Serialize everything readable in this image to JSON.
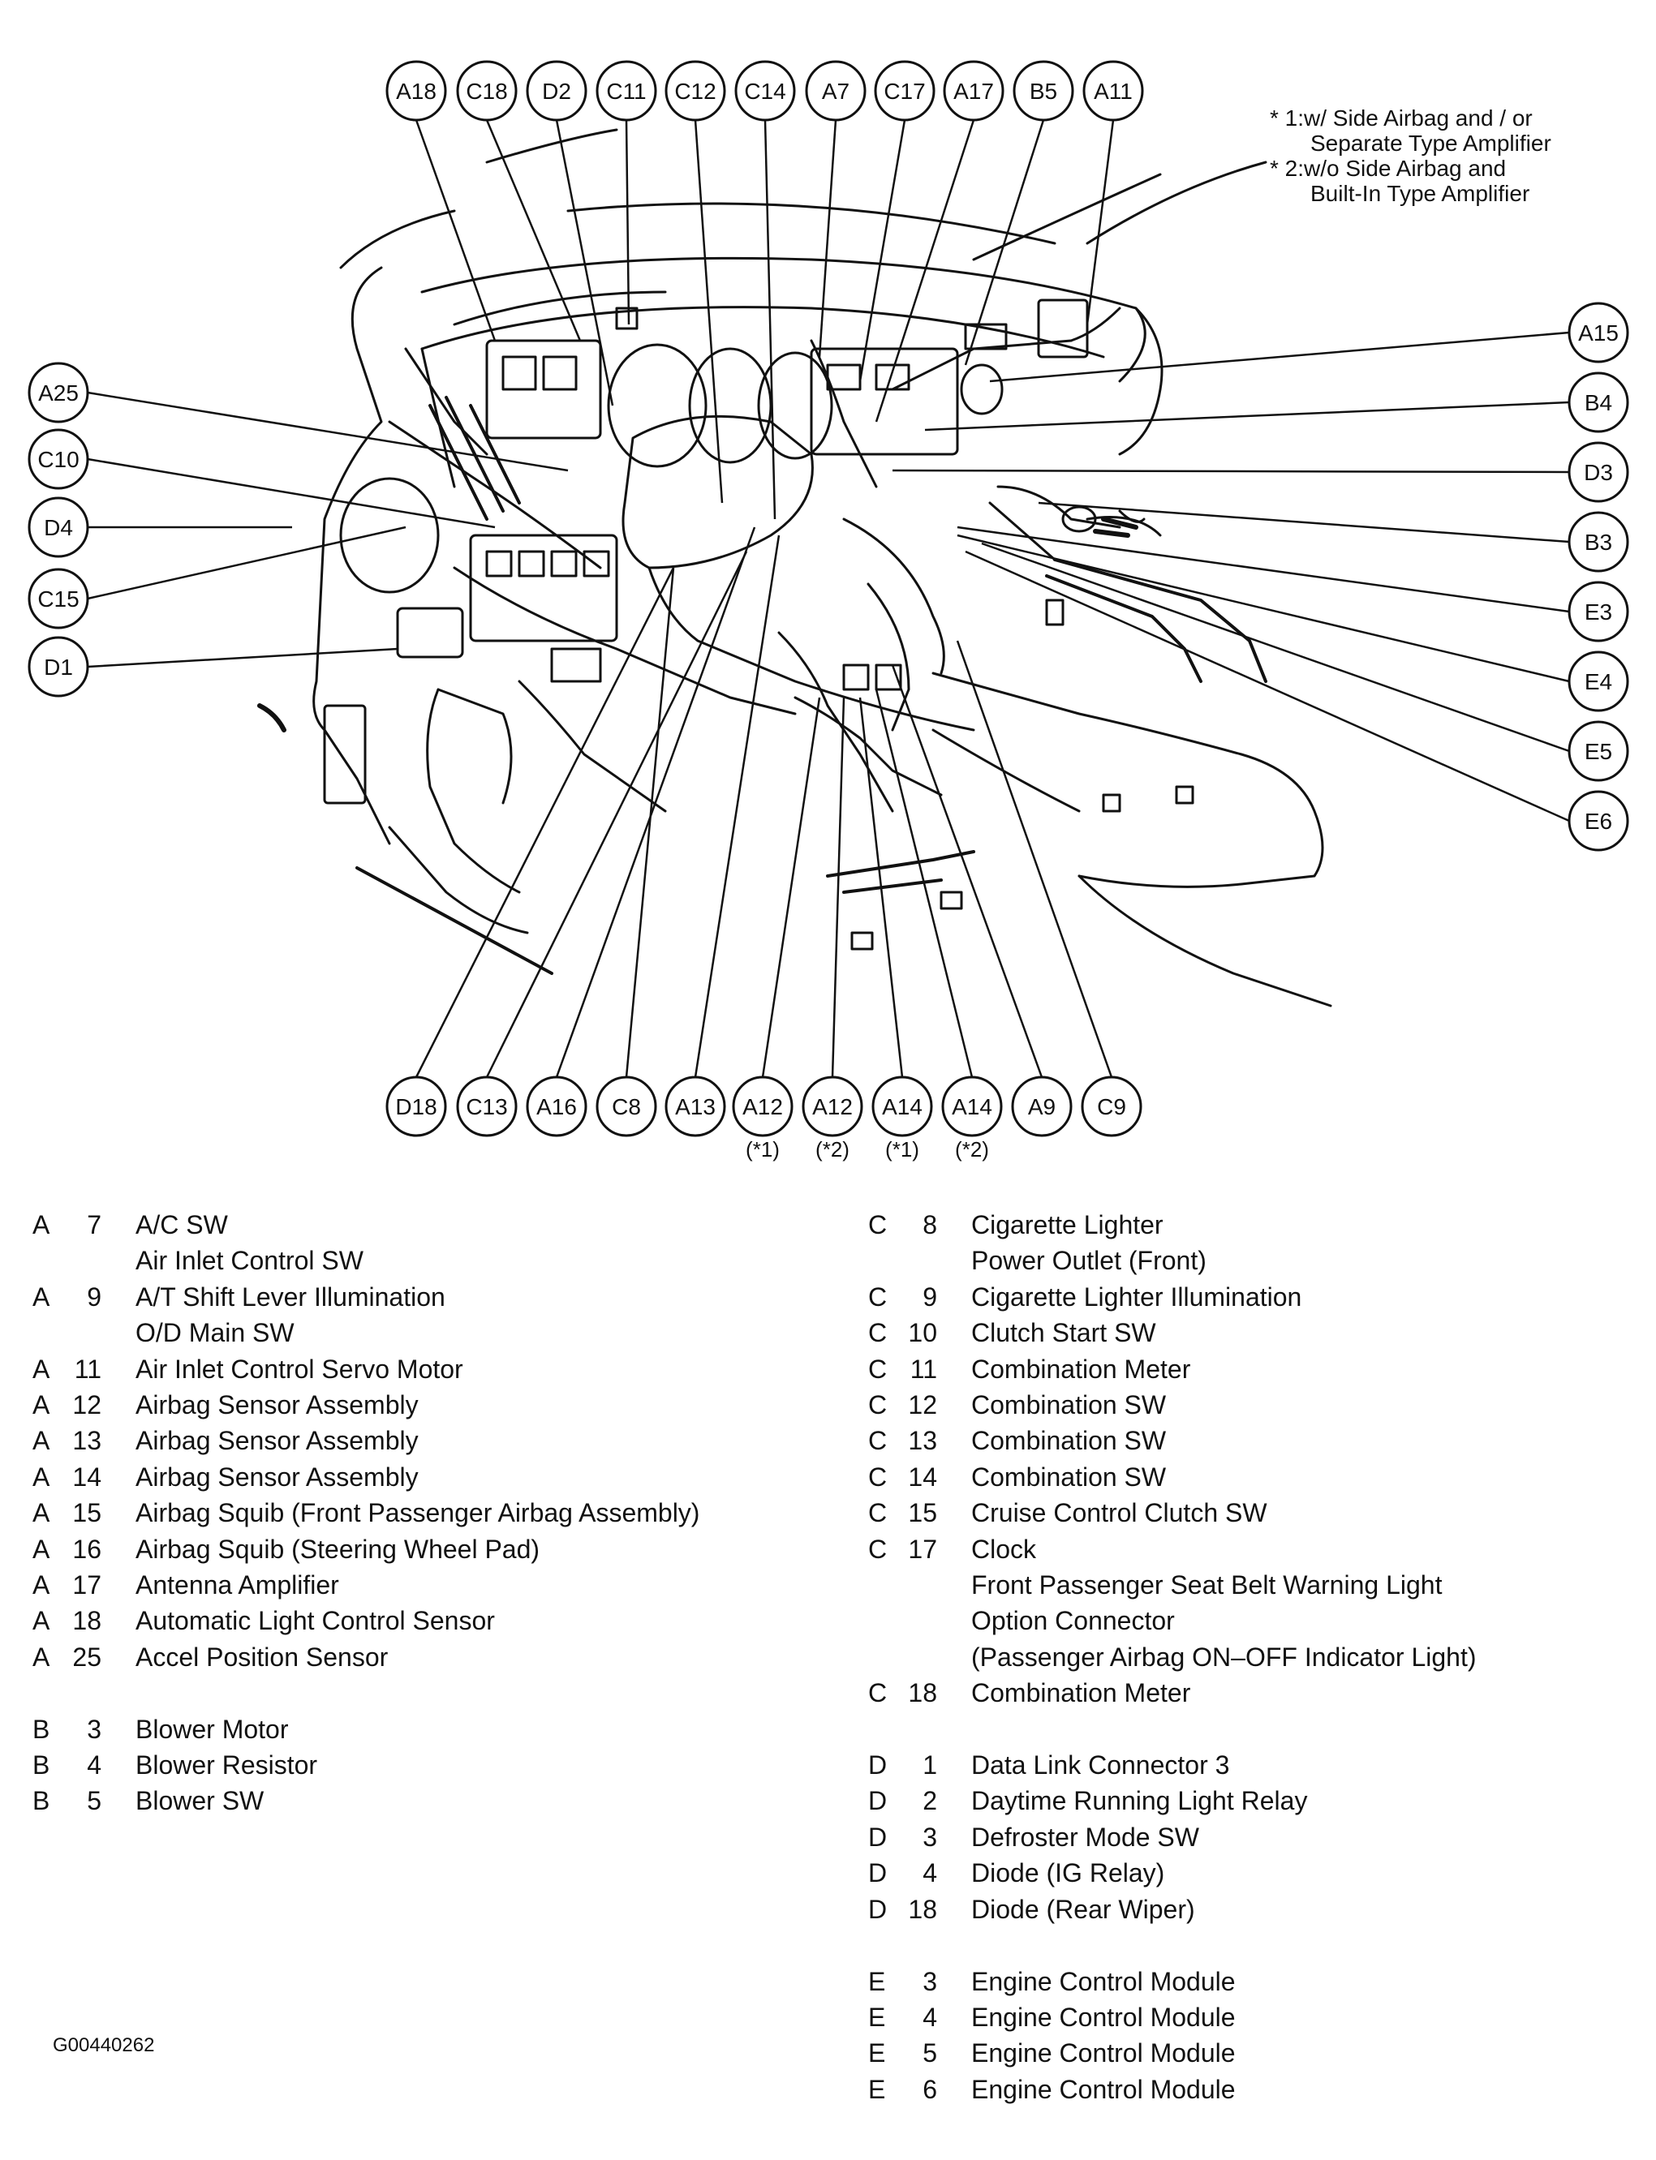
{
  "notes": [
    "* 1:w/ Side Airbag and / or",
    "Separate Type Amplifier",
    "* 2:w/o Side Airbag and",
    "Built-In Type Amplifier"
  ],
  "top_labels": [
    "A18",
    "C18",
    "D2",
    "C11",
    "C12",
    "C14",
    "A7",
    "C17",
    "A17",
    "B5",
    "A11"
  ],
  "left_labels": [
    "A25",
    "C10",
    "D4",
    "C15",
    "D1"
  ],
  "right_labels": [
    "A15",
    "B4",
    "D3",
    "B3",
    "E3",
    "E4",
    "E5",
    "E6"
  ],
  "bottom_labels": [
    "D18",
    "C13",
    "A16",
    "C8",
    "A13",
    "A12",
    "A12",
    "A14",
    "A14",
    "A9",
    "C9"
  ],
  "bottom_notes": [
    "(*1)",
    "(*2)",
    "(*1)",
    "(*2)"
  ],
  "legend_left": [
    {
      "letter": "A",
      "num": "7",
      "name": "A/C SW"
    },
    {
      "letter": "",
      "num": "",
      "name": "Air Inlet Control SW"
    },
    {
      "letter": "A",
      "num": "9",
      "name": "A/T Shift Lever Illumination"
    },
    {
      "letter": "",
      "num": "",
      "name": "O/D Main SW"
    },
    {
      "letter": "A",
      "num": "11",
      "name": "Air Inlet Control Servo Motor"
    },
    {
      "letter": "A",
      "num": "12",
      "name": "Airbag Sensor Assembly"
    },
    {
      "letter": "A",
      "num": "13",
      "name": "Airbag Sensor Assembly"
    },
    {
      "letter": "A",
      "num": "14",
      "name": "Airbag Sensor Assembly"
    },
    {
      "letter": "A",
      "num": "15",
      "name": "Airbag Squib (Front Passenger Airbag Assembly)"
    },
    {
      "letter": "A",
      "num": "16",
      "name": "Airbag Squib (Steering Wheel Pad)"
    },
    {
      "letter": "A",
      "num": "17",
      "name": "Antenna Amplifier"
    },
    {
      "letter": "A",
      "num": "18",
      "name": "Automatic Light Control Sensor"
    },
    {
      "letter": "A",
      "num": "25",
      "name": "Accel Position Sensor"
    },
    {
      "gap": true
    },
    {
      "letter": "B",
      "num": "3",
      "name": "Blower Motor"
    },
    {
      "letter": "B",
      "num": "4",
      "name": "Blower Resistor"
    },
    {
      "letter": "B",
      "num": "5",
      "name": "Blower SW"
    }
  ],
  "legend_right": [
    {
      "letter": "C",
      "num": "8",
      "name": "Cigarette Lighter"
    },
    {
      "letter": "",
      "num": "",
      "name": "Power Outlet (Front)"
    },
    {
      "letter": "C",
      "num": "9",
      "name": "Cigarette Lighter Illumination"
    },
    {
      "letter": "C",
      "num": "10",
      "name": "Clutch Start SW"
    },
    {
      "letter": "C",
      "num": "11",
      "name": "Combination Meter"
    },
    {
      "letter": "C",
      "num": "12",
      "name": "Combination SW"
    },
    {
      "letter": "C",
      "num": "13",
      "name": "Combination SW"
    },
    {
      "letter": "C",
      "num": "14",
      "name": "Combination SW"
    },
    {
      "letter": "C",
      "num": "15",
      "name": "Cruise Control Clutch SW"
    },
    {
      "letter": "C",
      "num": "17",
      "name": "Clock"
    },
    {
      "letter": "",
      "num": "",
      "name": "Front Passenger Seat Belt Warning Light"
    },
    {
      "letter": "",
      "num": "",
      "name": "Option Connector"
    },
    {
      "letter": "",
      "num": "",
      "name": "(Passenger Airbag ON–OFF Indicator Light)"
    },
    {
      "letter": "C",
      "num": "18",
      "name": "Combination Meter"
    },
    {
      "gap": true
    },
    {
      "letter": "D",
      "num": "1",
      "name": "Data Link Connector 3"
    },
    {
      "letter": "D",
      "num": "2",
      "name": "Daytime Running Light Relay"
    },
    {
      "letter": "D",
      "num": "3",
      "name": "Defroster Mode SW"
    },
    {
      "letter": "D",
      "num": "4",
      "name": "Diode (IG Relay)"
    },
    {
      "letter": "D",
      "num": "18",
      "name": "Diode (Rear Wiper)"
    },
    {
      "gap": true
    },
    {
      "letter": "E",
      "num": "3",
      "name": "Engine Control Module"
    },
    {
      "letter": "E",
      "num": "4",
      "name": "Engine Control Module"
    },
    {
      "letter": "E",
      "num": "5",
      "name": "Engine Control Module"
    },
    {
      "letter": "E",
      "num": "6",
      "name": "Engine Control Module"
    }
  ],
  "figure_id": "G00440262"
}
